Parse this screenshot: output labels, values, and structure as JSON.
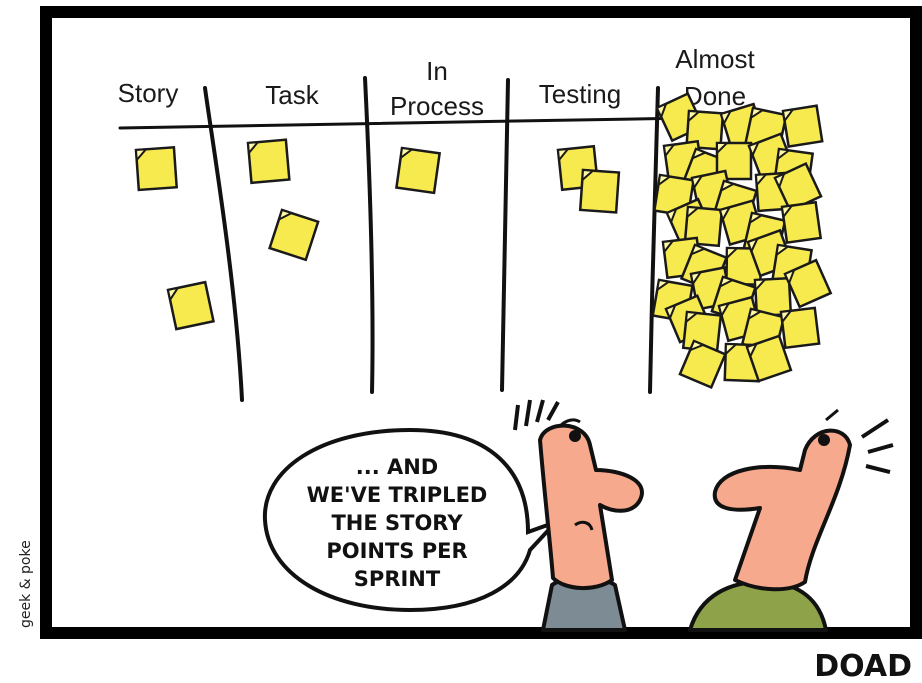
{
  "board": {
    "columns": [
      {
        "title_lines": [
          "Story"
        ]
      },
      {
        "title_lines": [
          "Task"
        ]
      },
      {
        "title_lines": [
          "In",
          "Process"
        ]
      },
      {
        "title_lines": [
          "Testing"
        ]
      },
      {
        "title_lines": [
          "Almost",
          "Done"
        ]
      }
    ],
    "note_color": "#f7ea4f"
  },
  "speech_bubble": {
    "lines": [
      "... AND",
      "WE'VE TRIPLED",
      "THE STORY",
      "POINTS PER",
      "SPRINT"
    ]
  },
  "characters": {
    "skin_color": "#f6a98c",
    "left_shirt_color": "#7d8b95",
    "right_shirt_color": "#8ea24a"
  },
  "credit": "geek & poke",
  "footer": "DOAD"
}
